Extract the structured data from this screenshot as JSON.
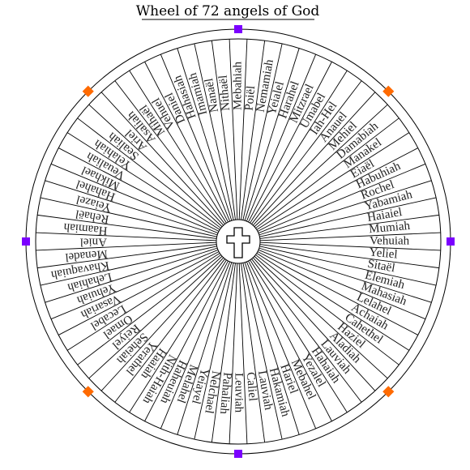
{
  "title": "Wheel of 72 angels of God",
  "colors": {
    "stroke": "#000000",
    "cardinal_marker": "#7b00ff",
    "diagonal_marker": "#ff6a00",
    "text": "#222222"
  },
  "center_icon": "cross-icon",
  "angels": [
    "Vehuiah",
    "Yeliel",
    "Sitaël",
    "Elemiah",
    "Mahasiah",
    "Lelahel",
    "Achaiah",
    "Cahethel",
    "Haziel",
    "Aladiah",
    "Lauviah",
    "Hahaiah",
    "Yezalel",
    "Mebahel",
    "Hariel",
    "Hakamiah",
    "Lauviah",
    "Caliel",
    "Leuviah",
    "Pahaliah",
    "Nelchael",
    "Yeiayel",
    "Melahel",
    "Haheuiah",
    "Nith-Haiah",
    "Haaiah",
    "Yerathel",
    "Seheiah",
    "Reiyel",
    "Omael",
    "Lecabel",
    "Vasariah",
    "Yehuiah",
    "Lehahiah",
    "Khavaquiah",
    "Menadel",
    "Aniel",
    "Haamiah",
    "Rehaël",
    "Yeiazel",
    "Hahahel",
    "Mikhael",
    "Veualiah",
    "Yelahiah",
    "Sealiah",
    "Ariel",
    "Asaliah",
    "Mihaël",
    "Vehuel",
    "Daniel",
    "Hahasiah",
    "Imamiah",
    "Nanaël",
    "Nithaël",
    "Mebahiah",
    "Poiël",
    "Nemamiah",
    "Yeialel",
    "Harahel",
    "Mitzrael",
    "Umabel",
    "Iah-Hel",
    "Anauel",
    "Mehiel",
    "Damabiah",
    "Manakel",
    "Eiaël",
    "Habuhiah",
    "Rochel",
    "Yabamiah",
    "Haiaiel",
    "Mumiah"
  ]
}
